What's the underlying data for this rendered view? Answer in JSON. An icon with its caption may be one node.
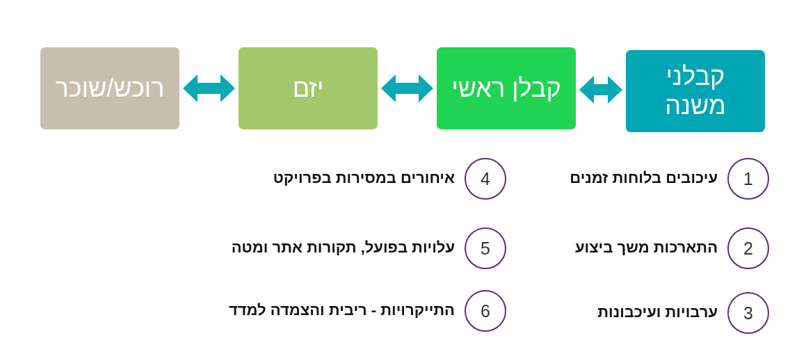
{
  "diagram": {
    "nodes": [
      {
        "text": [
          "קבלני משנה"
        ]
      },
      {
        "text": [
          "קבלן ראשי"
        ]
      },
      {
        "text": [
          "יזם"
        ]
      },
      {
        "text": [
          "רוכש/שוכר"
        ]
      },
      {
        "text": [
          "1"
        ],
        "beside": [
          "עיכובים בלוחות זמנים"
        ]
      },
      {
        "text": [
          "2"
        ],
        "beside": [
          "התארכות משך ביצוע"
        ]
      },
      {
        "text": [
          "3"
        ],
        "beside": [
          "ערבויות ועיכבונות"
        ]
      },
      {
        "text": [
          "4"
        ],
        "beside": [
          "איחורים במסירות בפרויקט"
        ]
      },
      {
        "text": [
          "5"
        ],
        "beside": [
          "עלויות בפועל, תקורות אתר ומטה"
        ]
      },
      {
        "text": [
          "6"
        ],
        "beside": [
          "התייקרויות - ריבית והצמדה למדד"
        ]
      }
    ],
    "edges": [
      {
        "from": 0,
        "to": 1,
        "arrow": "both"
      },
      {
        "from": 1,
        "to": 2,
        "arrow": "both"
      },
      {
        "from": 2,
        "to": 3,
        "arrow": "both"
      }
    ]
  }
}
